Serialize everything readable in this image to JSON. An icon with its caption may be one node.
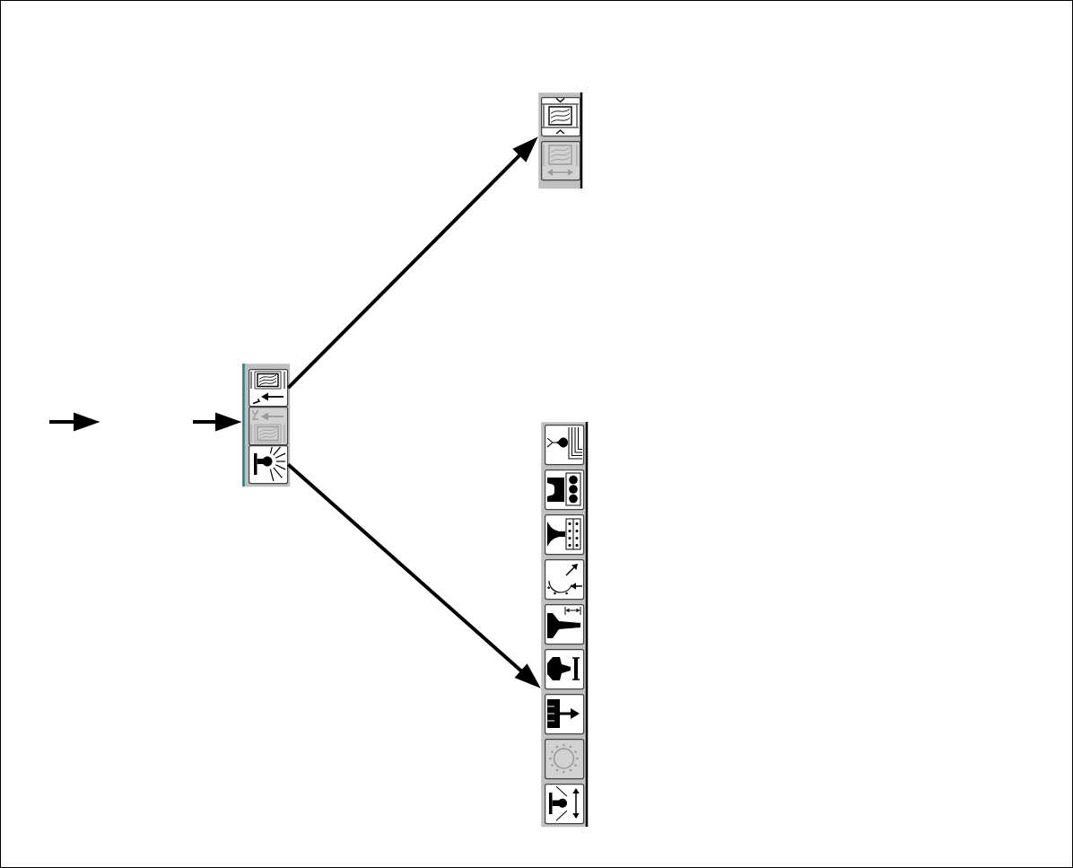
{
  "diagram": {
    "nodes": [
      {
        "text": [],
        "shape": "box"
      },
      {
        "text": [],
        "shape": "picture",
        "in": 0
      },
      {
        "text": [],
        "shape": "picture",
        "in": 0
      },
      {
        "text": [],
        "shape": "picture",
        "in": 0
      },
      {
        "text": [],
        "shape": "box"
      },
      {
        "text": [],
        "shape": "picture",
        "in": 4
      },
      {
        "text": [],
        "shape": "picture",
        "in": 4
      },
      {
        "text": [],
        "shape": "box"
      },
      {
        "text": [],
        "shape": "picture",
        "in": 7
      },
      {
        "text": [],
        "shape": "picture",
        "in": 7
      },
      {
        "text": [],
        "shape": "picture",
        "in": 7
      },
      {
        "text": [],
        "shape": "picture",
        "in": 7
      },
      {
        "text": [],
        "shape": "picture",
        "in": 7
      },
      {
        "text": [],
        "shape": "picture",
        "in": 7
      },
      {
        "text": [],
        "shape": "picture",
        "in": 7
      },
      {
        "text": [],
        "shape": "picture",
        "in": 7
      },
      {
        "text": [],
        "shape": "picture",
        "in": 7
      }
    ],
    "edges": [
      {
        "from": null,
        "to": 0,
        "arrow": "to"
      },
      {
        "from": 1,
        "to": 4,
        "arrow": "to"
      },
      {
        "from": 3,
        "to": 7,
        "arrow": "to"
      }
    ]
  }
}
